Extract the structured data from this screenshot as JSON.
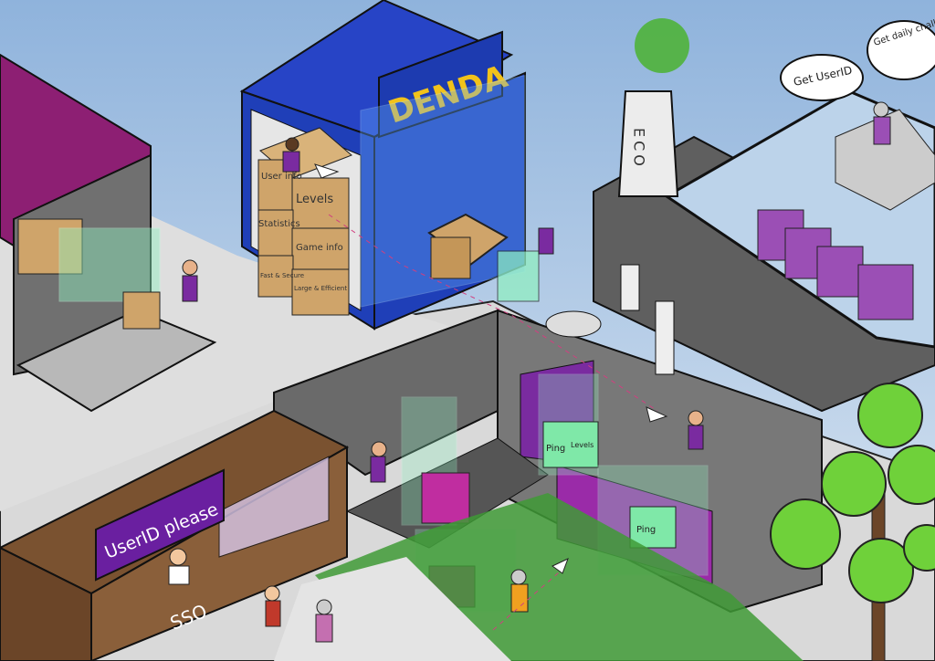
{
  "scene": {
    "colors": {
      "sky": "#a9c6e6",
      "floor": "#dcdcdc",
      "wall": "#6a6a6a",
      "blue": "#1f3fb8",
      "magenta": "#8d1f73",
      "purple": "#7a2ba0",
      "grass": "#3f9a36",
      "wood": "#7a5230",
      "box": "#cfa46a",
      "holo": "#8ff0c0",
      "tree": "#6fd13a"
    },
    "denda_sign": "DENDA",
    "boxes": {
      "user_info": "User info",
      "levels": "Levels",
      "statistics": "Statistics",
      "game_info": "Game info",
      "fast_secure": "Fast & Secure",
      "large_efficient": "Large & Efficient"
    },
    "chimney_label": "ECO",
    "bubbles": {
      "get_userid": "Get UserID",
      "daily_challenge": "Get daily challenge"
    },
    "sso_sign": "UserID please",
    "sso_label": "SSO",
    "green_box": {
      "left": "Ping",
      "right": "Levels"
    },
    "gift_label": "Ping"
  }
}
